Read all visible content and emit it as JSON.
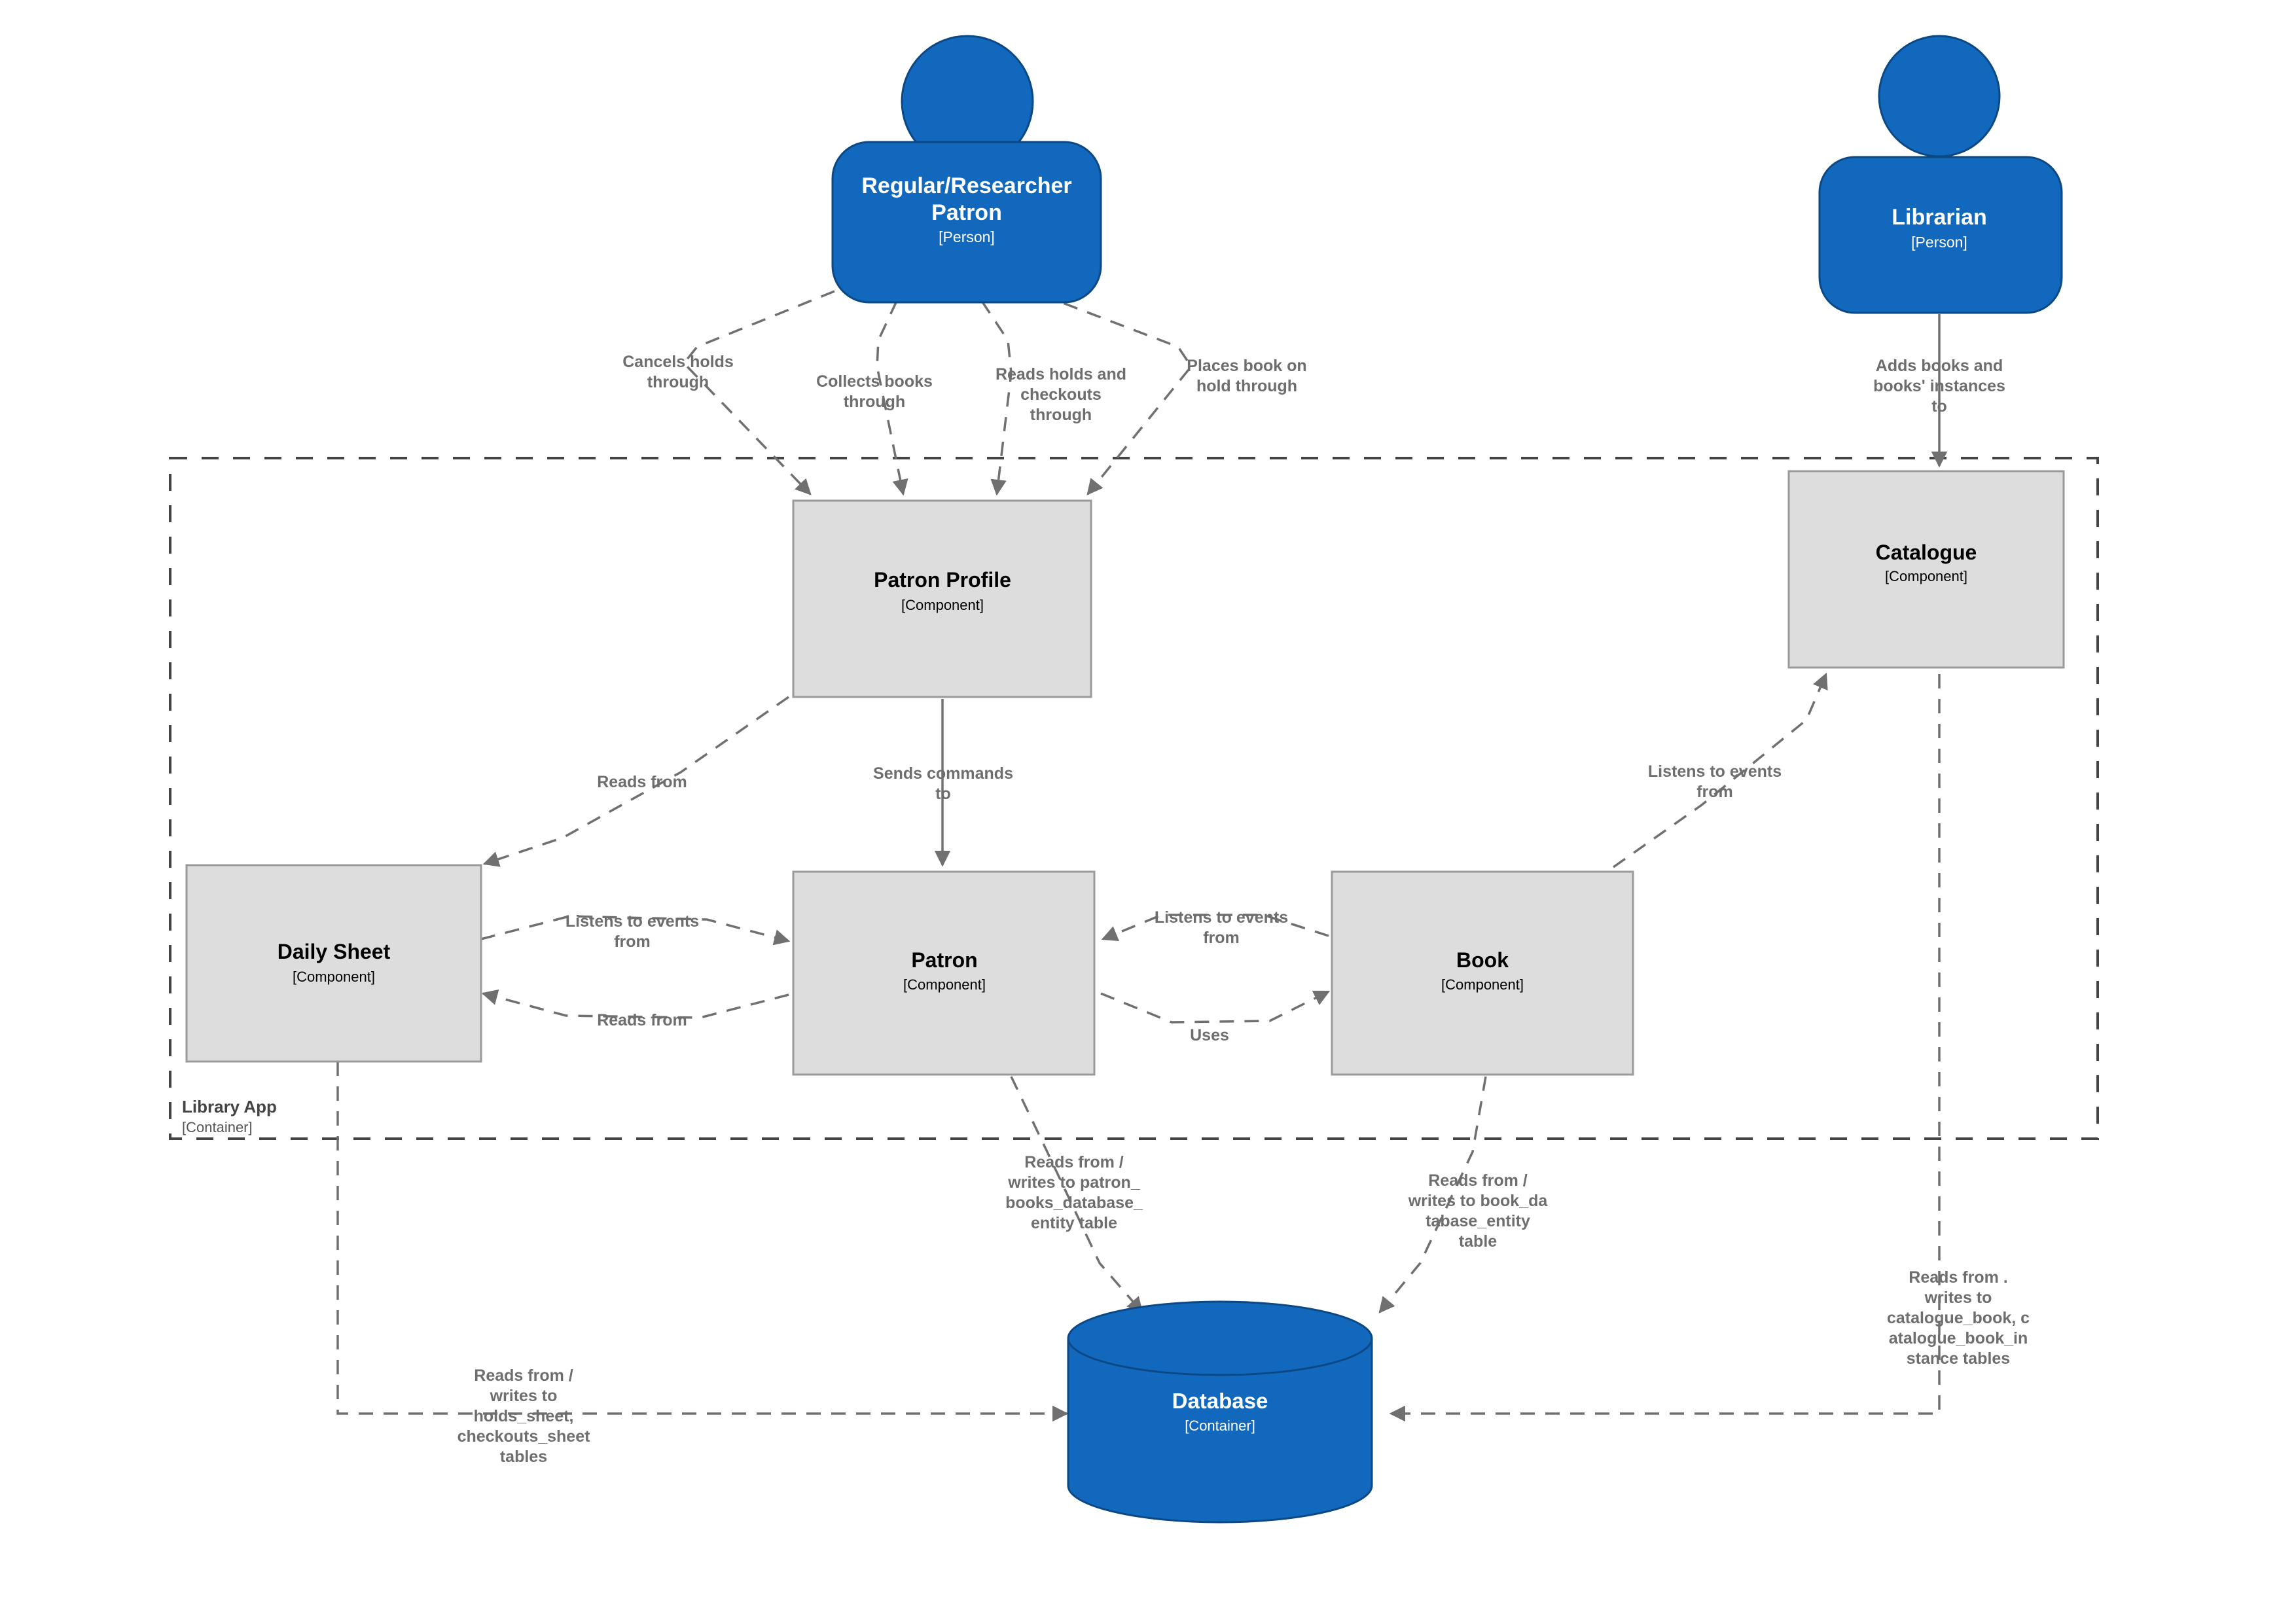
{
  "diagram": {
    "kind": "C4 Component Diagram",
    "colors": {
      "person_fill": "#1168bd",
      "person_stroke": "#0b4884",
      "component_fill": "#dddddd",
      "component_stroke": "#9a9a9a",
      "database_fill": "#1168bd",
      "database_stroke": "#0b4884",
      "edge_stroke": "#707070",
      "boundary_stroke": "#444444",
      "label_color": "#6e6e6e",
      "background": "#ffffff"
    },
    "boundary": {
      "name": "Library App",
      "type": "[Container]"
    },
    "people": [
      {
        "id": "patron-person",
        "name": "Regular/Researcher Patron",
        "name_line1": "Regular/Researcher",
        "name_line2": "Patron",
        "type": "[Person]"
      },
      {
        "id": "librarian-person",
        "name": "Librarian",
        "name_line1": "Librarian",
        "type": "[Person]"
      }
    ],
    "components": [
      {
        "id": "patron-profile",
        "name": "Patron Profile",
        "type": "[Component]"
      },
      {
        "id": "catalogue",
        "name": "Catalogue",
        "type": "[Component]"
      },
      {
        "id": "daily-sheet",
        "name": "Daily Sheet",
        "type": "[Component]"
      },
      {
        "id": "patron",
        "name": "Patron",
        "type": "[Component]"
      },
      {
        "id": "book",
        "name": "Book",
        "type": "[Component]"
      }
    ],
    "containers": [
      {
        "id": "database",
        "name": "Database",
        "type": "[Container]"
      }
    ],
    "relationships": [
      {
        "id": "r1",
        "from": "patron-person",
        "to": "patron-profile",
        "lines": [
          "Cancels holds",
          "through"
        ]
      },
      {
        "id": "r2",
        "from": "patron-person",
        "to": "patron-profile",
        "lines": [
          "Collects books",
          "through"
        ]
      },
      {
        "id": "r3",
        "from": "patron-person",
        "to": "patron-profile",
        "lines": [
          "Reads holds and",
          "checkouts",
          "through"
        ]
      },
      {
        "id": "r4",
        "from": "patron-person",
        "to": "patron-profile",
        "lines": [
          "Places book on",
          "hold through"
        ]
      },
      {
        "id": "r5",
        "from": "librarian-person",
        "to": "catalogue",
        "lines": [
          "Adds books and",
          "books' instances",
          "to"
        ]
      },
      {
        "id": "r6",
        "from": "patron-profile",
        "to": "daily-sheet",
        "lines": [
          "Reads from"
        ]
      },
      {
        "id": "r7",
        "from": "patron-profile",
        "to": "patron",
        "lines": [
          "Sends commands",
          "to"
        ]
      },
      {
        "id": "r8",
        "from": "book",
        "to": "catalogue",
        "lines": [
          "Listens to events",
          "from"
        ]
      },
      {
        "id": "r9",
        "from": "daily-sheet",
        "to": "patron",
        "lines": [
          "Listens to events",
          "from"
        ]
      },
      {
        "id": "r10",
        "from": "patron",
        "to": "daily-sheet",
        "lines": [
          "Reads from"
        ]
      },
      {
        "id": "r11",
        "from": "book",
        "to": "patron",
        "lines": [
          "Listens to events",
          "from"
        ]
      },
      {
        "id": "r12",
        "from": "patron",
        "to": "book",
        "lines": [
          "Uses"
        ]
      },
      {
        "id": "r13",
        "from": "patron",
        "to": "database",
        "lines": [
          "Reads from /",
          "writes to patron_",
          "books_database_",
          "entity table"
        ]
      },
      {
        "id": "r14",
        "from": "book",
        "to": "database",
        "lines": [
          "Reads from /",
          "writes to book_da",
          "tabase_entity",
          "table"
        ]
      },
      {
        "id": "r15",
        "from": "catalogue",
        "to": "database",
        "lines": [
          "Reads from .",
          "writes to",
          "catalogue_book, c",
          "atalogue_book_in",
          "stance tables"
        ]
      },
      {
        "id": "r16",
        "from": "daily-sheet",
        "to": "database",
        "lines": [
          "Reads from /",
          "writes to",
          "holds_sheet,",
          "checkouts_sheet",
          "tables"
        ]
      }
    ]
  }
}
